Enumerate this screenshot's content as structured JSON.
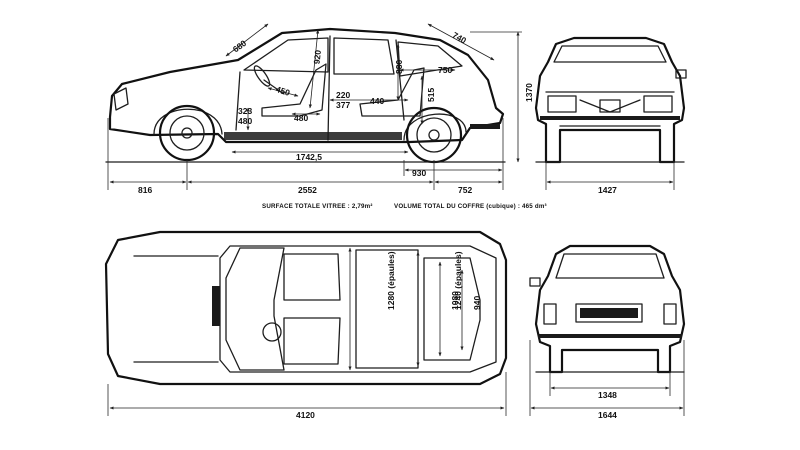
{
  "captions": {
    "glass": "SURFACE  TOTALE VITREE : 2,79m²",
    "boot": "VOLUME TOTAL DU COFFRE (cubique) : 465 dm³"
  },
  "side": {
    "windshield": "680",
    "rear_glass": "740",
    "front_headroom": "920",
    "rear_headroom": "880",
    "rear_legroom": "750",
    "cushion": "450",
    "front_gap": "220",
    "front_gap2": "377",
    "rear_seat": "440",
    "seat_h1": "323",
    "seat_h2": "480",
    "seat_depth": "480",
    "sill": "515",
    "height": "1370",
    "interior_len": "1742,5",
    "front_overhang": "816",
    "wheelbase": "2552",
    "rear_overhang": "752",
    "rear_sub": "930"
  },
  "front": {
    "track": "1427"
  },
  "top": {
    "shoulder": "1280 (épaules)",
    "shoulder_rear": "1240 (épaules)",
    "boot_w": "1080",
    "boot_w2": "940",
    "length": "4120"
  },
  "rear": {
    "track": "1348",
    "width": "1644"
  }
}
